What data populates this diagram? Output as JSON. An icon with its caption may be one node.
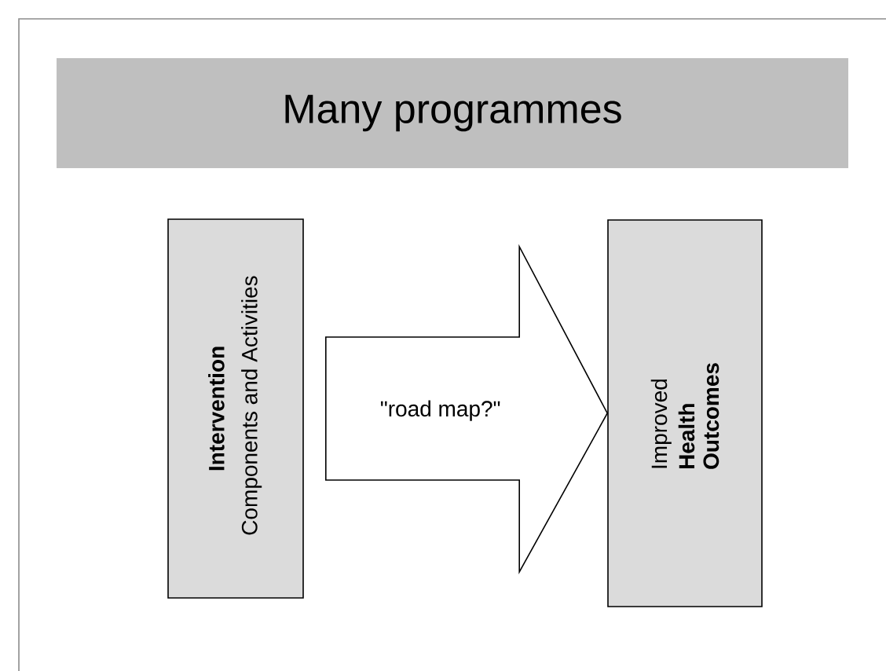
{
  "diagram": {
    "title": "Many programmes",
    "nodes": [
      {
        "text": [
          "Intervention",
          "Components and Activities"
        ]
      },
      {
        "text": [
          "Improved",
          "Health Outcomes"
        ]
      }
    ],
    "edges": [
      {
        "from": 0,
        "to": 1,
        "arrow": "to",
        "label": "\"road map?\""
      }
    ]
  }
}
